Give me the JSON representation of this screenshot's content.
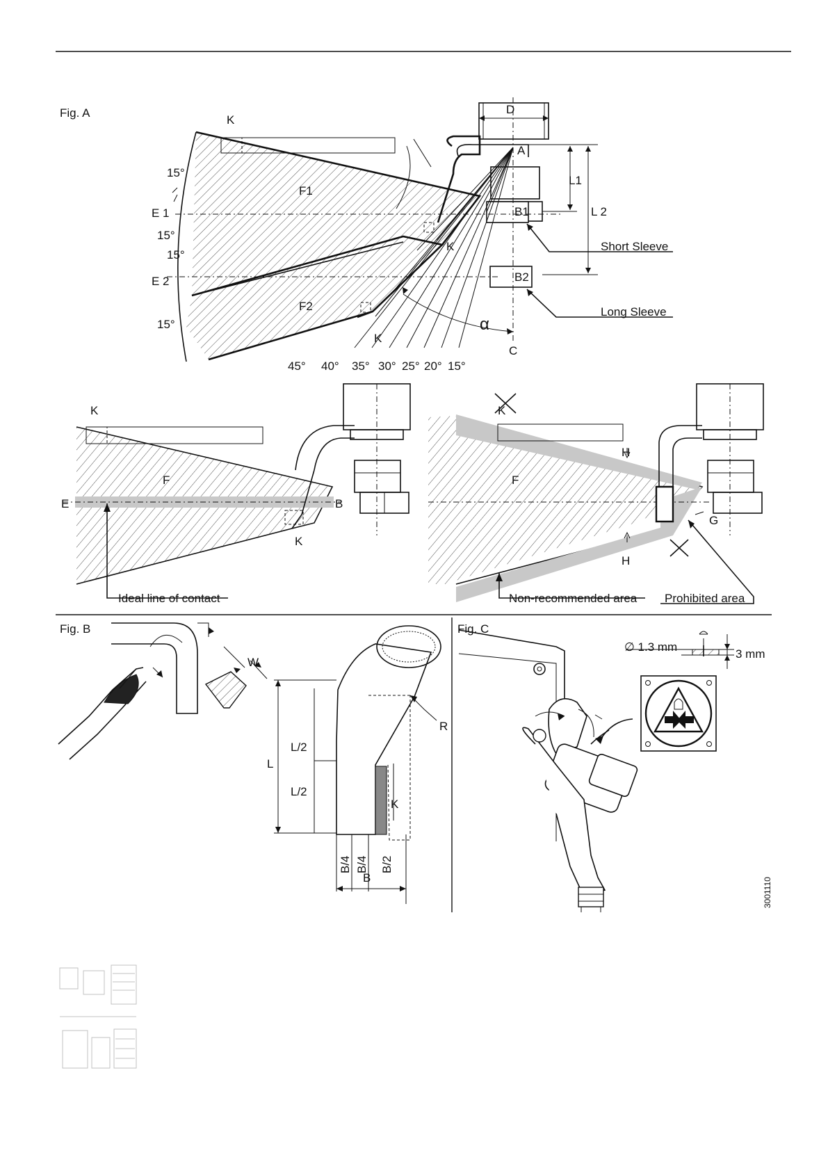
{
  "fig_a": {
    "title": "Fig. A",
    "labels": {
      "k": "K",
      "d": "D",
      "a": "A",
      "l1": "L1",
      "l2": "L 2",
      "e1": "E 1",
      "e2": "E 2",
      "f1": "F1",
      "f2": "F2",
      "b1": "B1",
      "b2": "B2",
      "c": "C",
      "alpha": "α",
      "deg15": "15°"
    },
    "short_sleeve": "Short Sleeve",
    "long_sleeve": "Long Sleeve",
    "angle_scale": [
      "45°",
      "40°",
      "35°",
      "30°",
      "25°",
      "20°",
      "15°"
    ]
  },
  "fig_a_lower_left": {
    "labels": {
      "k": "K",
      "f": "F",
      "e": "E",
      "b": "B"
    },
    "ideal_line": "Ideal line of contact"
  },
  "fig_a_lower_right": {
    "labels": {
      "k": "K",
      "f": "F",
      "h": "H",
      "g": "G"
    },
    "non_recommended": "Non-recommended area",
    "prohibited": "Prohibited area"
  },
  "fig_b": {
    "title": "Fig. B",
    "labels": {
      "w": "W",
      "r": "R",
      "l": "L",
      "l_half": "L/2",
      "k": "K",
      "b_quarter": "B/4",
      "b_half": "B/2",
      "b": "B"
    }
  },
  "fig_c": {
    "title": "Fig. C",
    "diameter": "∅ 1.3 mm",
    "depth": "3 mm",
    "doc_number": "3001110"
  },
  "colors": {
    "ink": "#111111",
    "shade": "#c8c8c8",
    "paper": "#ffffff"
  }
}
